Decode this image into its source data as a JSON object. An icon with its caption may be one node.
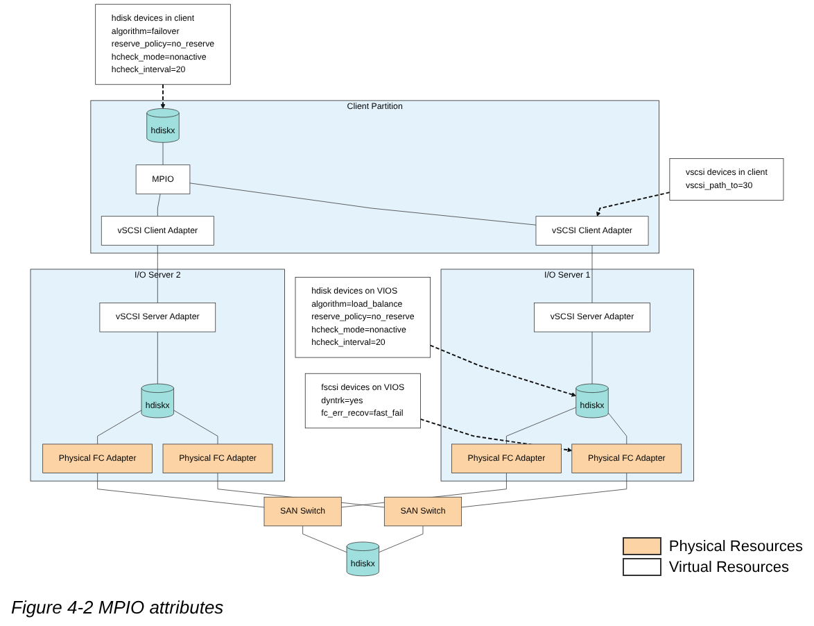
{
  "diagram": {
    "caption": "Figure 4-2 MPIO attributes",
    "nodes": [
      {
        "text": [
          "Client Partition"
        ]
      },
      {
        "text": [
          "hdiskx"
        ],
        "in": 0
      },
      {
        "text": [
          "MPIO"
        ],
        "in": 0
      },
      {
        "text": [
          "vSCSI Client Adapter"
        ],
        "in": 0
      },
      {
        "text": [
          "vSCSI Client Adapter"
        ],
        "in": 0
      },
      {
        "text": [
          "I/O Server 1"
        ]
      },
      {
        "text": [
          "vSCSI Server Adapter"
        ],
        "in": 5
      },
      {
        "text": [
          "hdiskx"
        ],
        "in": 5
      },
      {
        "text": [
          "Physical FC Adapter"
        ],
        "in": 5
      },
      {
        "text": [
          "Physical FC Adapter"
        ],
        "in": 5
      },
      {
        "text": [
          "I/O Server 2"
        ]
      },
      {
        "text": [
          "vSCSI Server Adapter"
        ],
        "in": 10
      },
      {
        "text": [
          "hdiskx"
        ],
        "in": 10
      },
      {
        "text": [
          "Physical FC Adapter"
        ],
        "in": 10
      },
      {
        "text": [
          "Physical FC Adapter"
        ],
        "in": 10
      },
      {
        "text": [
          "SAN Switch"
        ]
      },
      {
        "text": [
          "SAN Switch"
        ]
      },
      {
        "text": [
          "hdiskx"
        ]
      },
      {
        "text": [
          "hdisk devices in client",
          "algorithm=failover",
          "reserve_policy=no_reserve",
          "hcheck_mode=nonactive",
          "hcheck_interval=20"
        ]
      },
      {
        "text": [
          "vscsi devices in client",
          "vscsi_path_to=30"
        ]
      },
      {
        "text": [
          "hdisk devices on VIOS",
          "algorithm=load_balance",
          "reserve_policy=no_reserve",
          "hcheck_mode=nonactive",
          "hcheck_interval=20"
        ]
      },
      {
        "text": [
          "fscsi devices on VIOS",
          "dyntrk=yes",
          "fc_err_recov=fast_fail"
        ]
      }
    ],
    "edges": [
      {
        "from": 1,
        "to": 2,
        "arrow": "none"
      },
      {
        "from": 2,
        "to": 3,
        "arrow": "none"
      },
      {
        "from": 2,
        "to": 4,
        "arrow": "none"
      },
      {
        "from": 3,
        "to": 6,
        "arrow": "none"
      },
      {
        "from": 4,
        "to": 11,
        "arrow": "none"
      },
      {
        "from": 6,
        "to": 7,
        "arrow": "none"
      },
      {
        "from": 11,
        "to": 12,
        "arrow": "none"
      },
      {
        "from": 7,
        "to": 8,
        "arrow": "none"
      },
      {
        "from": 7,
        "to": 9,
        "arrow": "none"
      },
      {
        "from": 12,
        "to": 13,
        "arrow": "none"
      },
      {
        "from": 12,
        "to": 14,
        "arrow": "none"
      },
      {
        "from": 8,
        "to": 15,
        "arrow": "none"
      },
      {
        "from": 9,
        "to": 16,
        "arrow": "none"
      },
      {
        "from": 13,
        "to": 15,
        "arrow": "none"
      },
      {
        "from": 14,
        "to": 16,
        "arrow": "none"
      },
      {
        "from": 15,
        "to": 17,
        "arrow": "none"
      },
      {
        "from": 16,
        "to": 17,
        "arrow": "none"
      },
      {
        "from": 18,
        "to": 1,
        "arrow": "to",
        "style": "dashed"
      },
      {
        "from": 19,
        "to": 3,
        "arrow": "to",
        "style": "dashed"
      },
      {
        "from": 20,
        "to": 7,
        "arrow": "to",
        "style": "dashed"
      },
      {
        "from": 21,
        "to": 8,
        "arrow": "to",
        "style": "dashed"
      }
    ],
    "legend": [
      {
        "text": "Physical Resources",
        "color": "#fbd3a4"
      },
      {
        "text": "Virtual Resources",
        "color": "#ffffff"
      }
    ]
  }
}
